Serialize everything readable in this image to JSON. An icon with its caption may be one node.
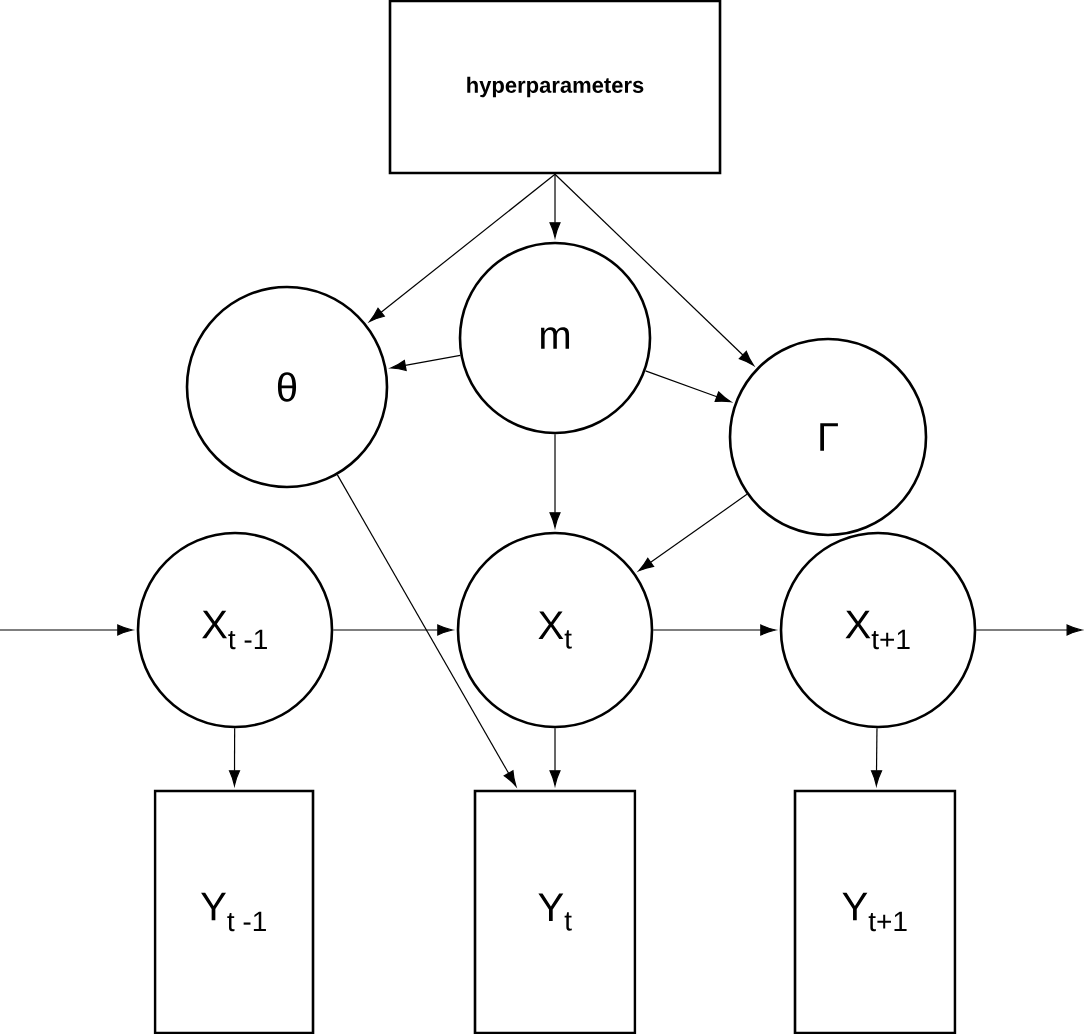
{
  "diagram": {
    "nodes": [
      {
        "text": [
          "hyperparameters"
        ]
      },
      {
        "text": [
          "m"
        ]
      },
      {
        "text": [
          "θ"
        ]
      },
      {
        "text": [
          "Γ"
        ]
      },
      {
        "text": [
          "X$_{t -1}$"
        ]
      },
      {
        "text": [
          "X$_{t}$"
        ]
      },
      {
        "text": [
          "X$_{t+1}$"
        ]
      },
      {
        "text": [
          "Y$_{t -1}$"
        ]
      },
      {
        "text": [
          "Y$_{t}$"
        ]
      },
      {
        "text": [
          "Y$_{t+1}$"
        ]
      }
    ],
    "edges": [
      {
        "from": 0,
        "to": 2,
        "arrow": "to"
      },
      {
        "from": 0,
        "to": 1,
        "arrow": "to"
      },
      {
        "from": 0,
        "to": 3,
        "arrow": "to"
      },
      {
        "from": 1,
        "to": 2,
        "arrow": "to"
      },
      {
        "from": 1,
        "to": 3,
        "arrow": "to"
      },
      {
        "from": 1,
        "to": 5,
        "arrow": "to"
      },
      {
        "from": 3,
        "to": 5,
        "arrow": "to"
      },
      {
        "from": 2,
        "to": 8,
        "arrow": "to"
      },
      {
        "from": null,
        "to": 4,
        "arrow": "to"
      },
      {
        "from": 4,
        "to": 5,
        "arrow": "to"
      },
      {
        "from": 5,
        "to": 6,
        "arrow": "to"
      },
      {
        "from": 6,
        "to": null,
        "arrow": "to"
      },
      {
        "from": 4,
        "to": 7,
        "arrow": "to"
      },
      {
        "from": 5,
        "to": 8,
        "arrow": "to"
      },
      {
        "from": 6,
        "to": 9,
        "arrow": "to"
      }
    ]
  }
}
